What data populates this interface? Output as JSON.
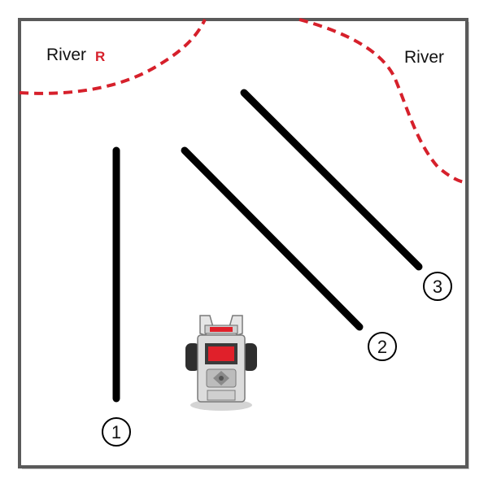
{
  "board": {
    "background": "#ffffff",
    "border_color": "#5a5a5a"
  },
  "rivers": {
    "color": "#d6202b",
    "left_label": "River",
    "left_label_mark": "R",
    "right_label": "River"
  },
  "lines": {
    "color": "#000000",
    "markers": [
      {
        "label": "1"
      },
      {
        "label": "2"
      },
      {
        "label": "3"
      }
    ]
  },
  "robot": {
    "name": "robot-icon",
    "screen_color": "#e0202a",
    "body_color": "#dcdcdc"
  }
}
